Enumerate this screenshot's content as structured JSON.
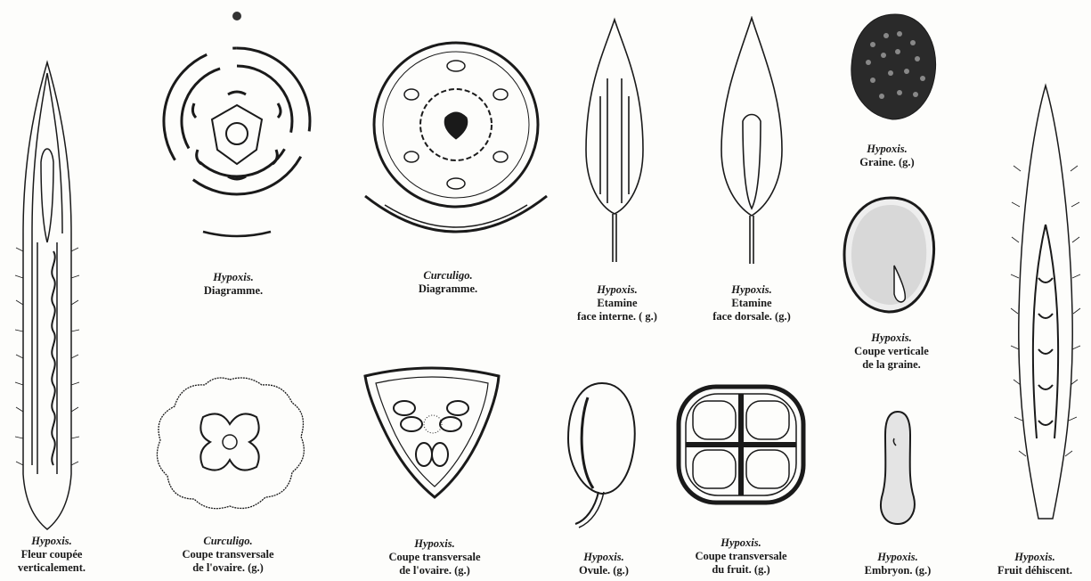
{
  "plate": {
    "figures": [
      {
        "id": "fleur",
        "genus": "Hypoxis.",
        "lines": [
          "Fleur coupée",
          "verticalement."
        ]
      },
      {
        "id": "hypoxis-diagramme",
        "genus": "Hypoxis.",
        "lines": [
          "Diagramme."
        ]
      },
      {
        "id": "curculigo-diagramme",
        "genus": "Curculigo.",
        "lines": [
          "Diagramme."
        ]
      },
      {
        "id": "etamine-interne",
        "genus": "Hypoxis.",
        "lines": [
          "Etamine",
          "face interne. ( g.)"
        ]
      },
      {
        "id": "etamine-dorsale",
        "genus": "Hypoxis.",
        "lines": [
          "Etamine",
          "face dorsale. (g.)"
        ]
      },
      {
        "id": "graine",
        "genus": "Hypoxis.",
        "lines": [
          "Graine. (g.)"
        ]
      },
      {
        "id": "coupe-graine",
        "genus": "Hypoxis.",
        "lines": [
          "Coupe verticale",
          "de la graine."
        ]
      },
      {
        "id": "curculigo-ovaire",
        "genus": "Curculigo.",
        "lines": [
          "Coupe transversale",
          "de l'ovaire. (g.)"
        ]
      },
      {
        "id": "hypoxis-ovaire",
        "genus": "Hypoxis.",
        "lines": [
          "Coupe transversale",
          "de l'ovaire. (g.)"
        ]
      },
      {
        "id": "ovule",
        "genus": "Hypoxis.",
        "lines": [
          "Ovule. (g.)"
        ]
      },
      {
        "id": "coupe-fruit",
        "genus": "Hypoxis.",
        "lines": [
          "Coupe transversale",
          "du fruit. (g.)"
        ]
      },
      {
        "id": "embryon",
        "genus": "Hypoxis.",
        "lines": [
          "Embryon. (g.)"
        ]
      },
      {
        "id": "fruit",
        "genus": "Hypoxis.",
        "lines": [
          "Fruit déhiscent."
        ]
      }
    ]
  },
  "colors": {
    "ink": "#1a1a1a",
    "paper": "#fdfdfb"
  }
}
